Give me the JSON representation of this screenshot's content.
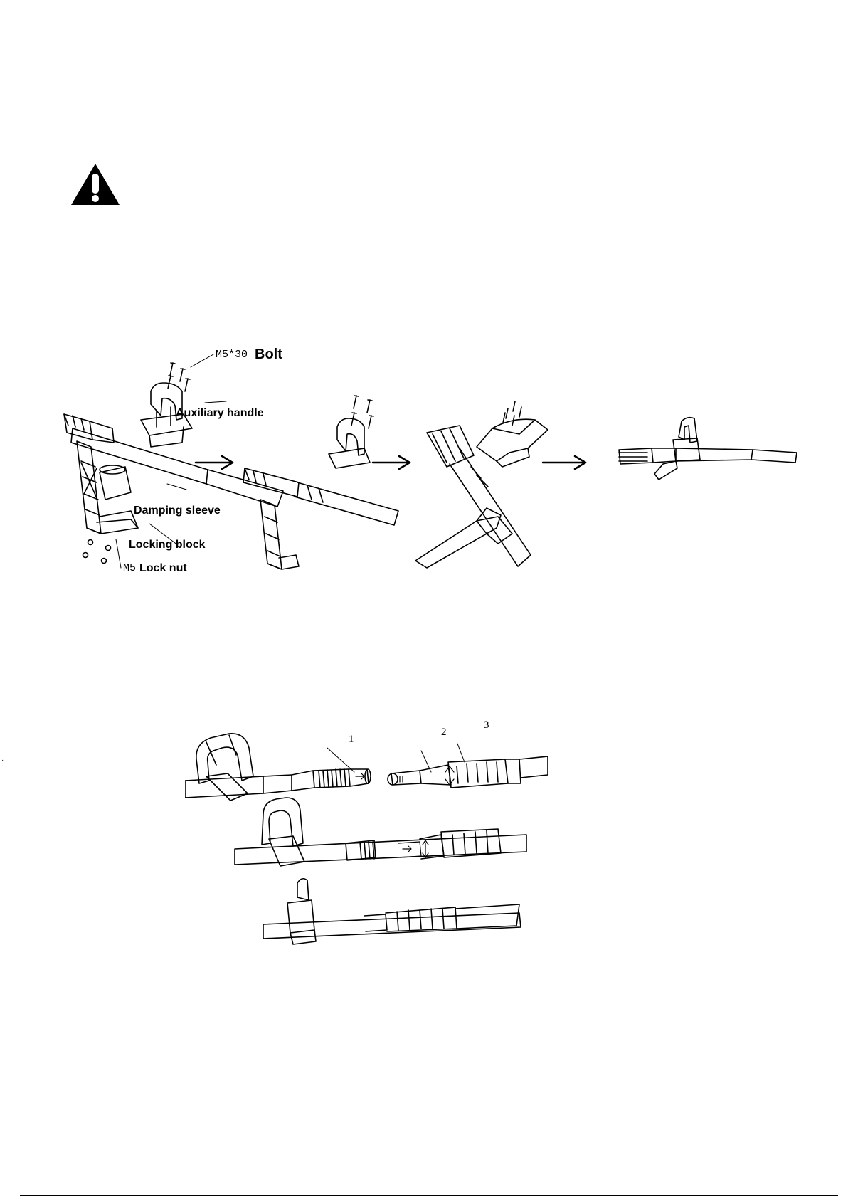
{
  "top_figure": {
    "labels": {
      "bolt_code": "M5*30",
      "bolt_word": "Bolt",
      "auxiliary_handle": "Auxiliary handle",
      "damping_sleeve": "Damping sleeve",
      "locking_block": "Locking block",
      "lock_nut_code": "M5",
      "lock_nut_word": "Lock nut"
    }
  },
  "bottom_figure": {
    "callouts": [
      "1",
      "2",
      "3"
    ]
  },
  "stray_mark": "·"
}
